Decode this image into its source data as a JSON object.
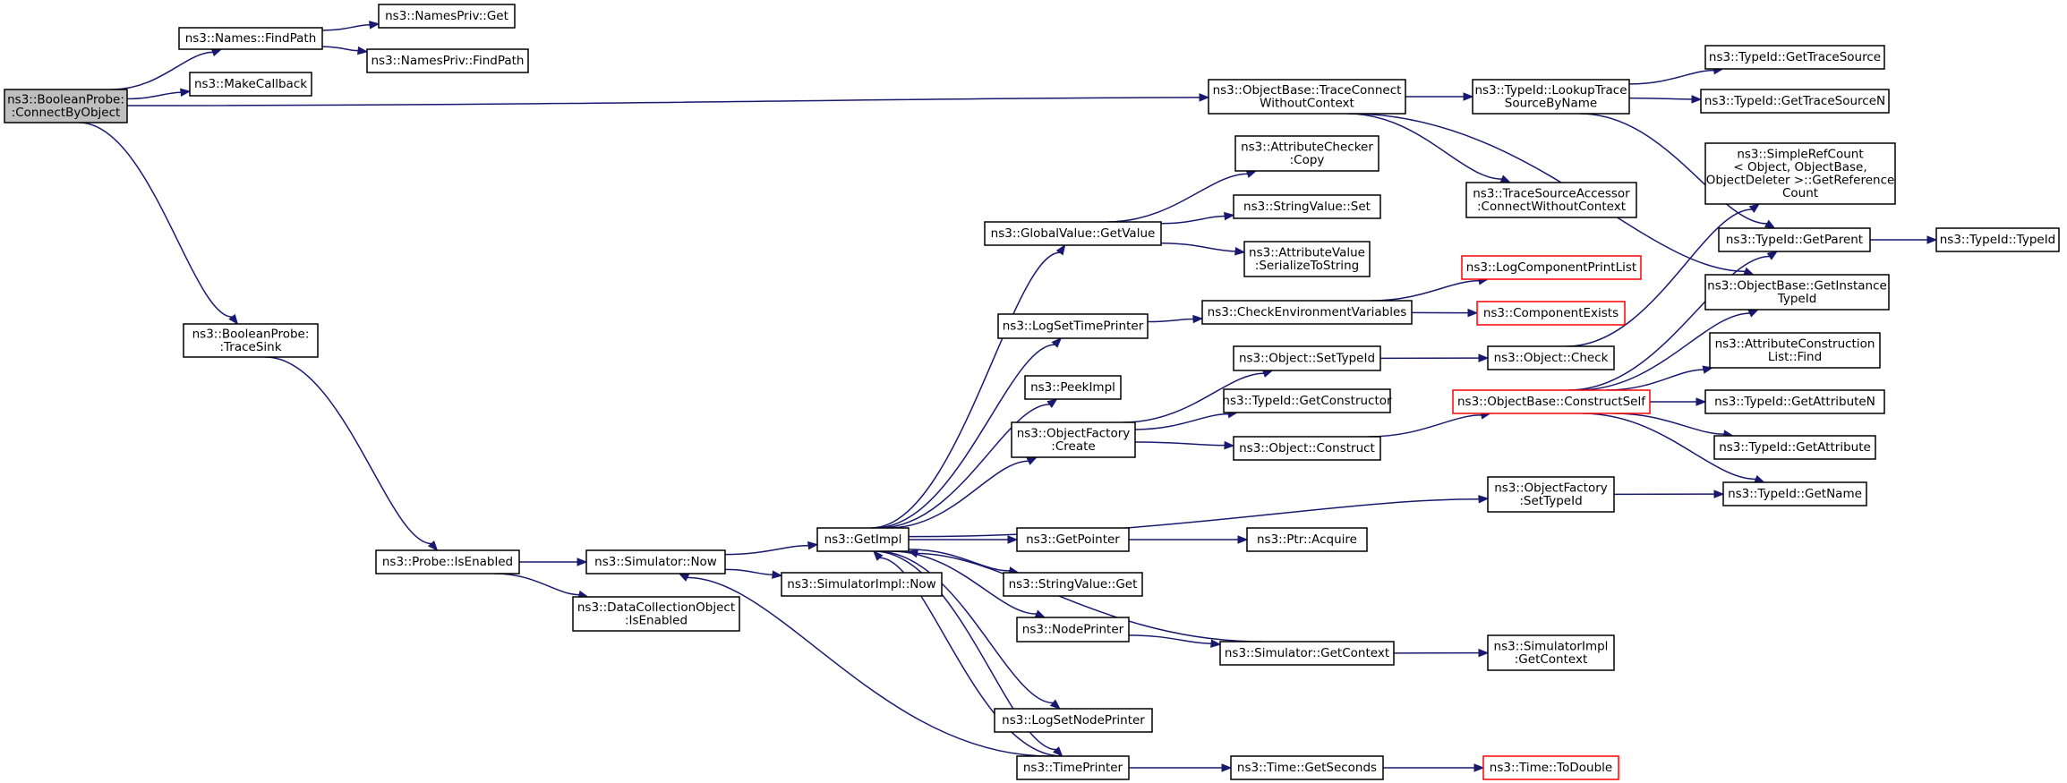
{
  "graph": {
    "title": "ns3::BooleanProbe::ConnectByObject call graph",
    "nodes": [
      {
        "id": "connectbyobject",
        "lines": [
          "ns3::BooleanProbe:",
          ":ConnectByObject"
        ],
        "root": true
      },
      {
        "id": "findpath",
        "lines": [
          "ns3::Names::FindPath"
        ]
      },
      {
        "id": "namesprivget",
        "lines": [
          "ns3::NamesPriv::Get"
        ]
      },
      {
        "id": "namesprivfindpath",
        "lines": [
          "ns3::NamesPriv::FindPath"
        ]
      },
      {
        "id": "makecallback",
        "lines": [
          "ns3::MakeCallback"
        ]
      },
      {
        "id": "tracesink",
        "lines": [
          "ns3::BooleanProbe:",
          ":TraceSink"
        ]
      },
      {
        "id": "probeisenabled",
        "lines": [
          "ns3::Probe::IsEnabled"
        ]
      },
      {
        "id": "simnow",
        "lines": [
          "ns3::Simulator::Now"
        ]
      },
      {
        "id": "dcoisenabled",
        "lines": [
          "ns3::DataCollectionObject",
          ":IsEnabled"
        ]
      },
      {
        "id": "getimpl",
        "lines": [
          "ns3::GetImpl"
        ]
      },
      {
        "id": "simimplnow",
        "lines": [
          "ns3::SimulatorImpl::Now"
        ]
      },
      {
        "id": "globalvaluegetvalue",
        "lines": [
          "ns3::GlobalValue::GetValue"
        ]
      },
      {
        "id": "logsettimeprinter",
        "lines": [
          "ns3::LogSetTimePrinter"
        ]
      },
      {
        "id": "peekimpl",
        "lines": [
          "ns3::PeekImpl"
        ]
      },
      {
        "id": "objectfactorycreate",
        "lines": [
          "ns3::ObjectFactory",
          ":Create"
        ]
      },
      {
        "id": "getpointer",
        "lines": [
          "ns3::GetPointer"
        ]
      },
      {
        "id": "stringvalueget",
        "lines": [
          "ns3::StringValue::Get"
        ]
      },
      {
        "id": "nodeprinter",
        "lines": [
          "ns3::NodePrinter"
        ]
      },
      {
        "id": "logsetnodeprinter",
        "lines": [
          "ns3::LogSetNodePrinter"
        ]
      },
      {
        "id": "timeprinter",
        "lines": [
          "ns3::TimePrinter"
        ]
      },
      {
        "id": "attrcheckercopy",
        "lines": [
          "ns3::AttributeChecker",
          ":Copy"
        ]
      },
      {
        "id": "stringvalueset",
        "lines": [
          "ns3::StringValue::Set"
        ]
      },
      {
        "id": "attrvalueserialize",
        "lines": [
          "ns3::AttributeValue",
          ":SerializeToString"
        ]
      },
      {
        "id": "checkenvvars",
        "lines": [
          "ns3::CheckEnvironmentVariables"
        ]
      },
      {
        "id": "objectsettypeid",
        "lines": [
          "ns3::Object::SetTypeId"
        ]
      },
      {
        "id": "typeidgetconstructor",
        "lines": [
          "ns3::TypeId::GetConstructor"
        ]
      },
      {
        "id": "objectconstruct",
        "lines": [
          "ns3::Object::Construct"
        ]
      },
      {
        "id": "ptracquire",
        "lines": [
          "ns3::Ptr::Acquire"
        ]
      },
      {
        "id": "simgetcontext",
        "lines": [
          "ns3::Simulator::GetContext"
        ]
      },
      {
        "id": "timegetseconds",
        "lines": [
          "ns3::Time::GetSeconds"
        ]
      },
      {
        "id": "traceconnect",
        "lines": [
          "ns3::ObjectBase::TraceConnect",
          "WithoutContext"
        ]
      },
      {
        "id": "tsaconnect",
        "lines": [
          "ns3::TraceSourceAccessor",
          ":ConnectWithoutContext"
        ]
      },
      {
        "id": "logcomponentprintlist",
        "lines": [
          "ns3::LogComponentPrintList"
        ],
        "red": true
      },
      {
        "id": "componentexists",
        "lines": [
          "ns3::ComponentExists"
        ],
        "red": true
      },
      {
        "id": "objectcheck",
        "lines": [
          "ns3::Object::Check"
        ]
      },
      {
        "id": "constructself",
        "lines": [
          "ns3::ObjectBase::ConstructSelf"
        ],
        "red": true
      },
      {
        "id": "objectfactorysettypeid",
        "lines": [
          "ns3::ObjectFactory",
          ":SetTypeId"
        ]
      },
      {
        "id": "simimplgetcontext",
        "lines": [
          "ns3::SimulatorImpl",
          ":GetContext"
        ]
      },
      {
        "id": "timetodouble",
        "lines": [
          "ns3::Time::ToDouble"
        ],
        "red": true
      },
      {
        "id": "lookuptrace",
        "lines": [
          "ns3::TypeId::LookupTrace",
          "SourceByName"
        ]
      },
      {
        "id": "gettracesource",
        "lines": [
          "ns3::TypeId::GetTraceSource"
        ]
      },
      {
        "id": "gettracesourcen",
        "lines": [
          "ns3::TypeId::GetTraceSourceN"
        ]
      },
      {
        "id": "simplerefcount",
        "lines": [
          "ns3::SimpleRefCount",
          "< Object, ObjectBase,",
          "ObjectDeleter >::GetReference",
          "Count"
        ]
      },
      {
        "id": "typeidgetparent",
        "lines": [
          "ns3::TypeId::GetParent"
        ]
      },
      {
        "id": "getinstancetypeid",
        "lines": [
          "ns3::ObjectBase::GetInstance",
          "TypeId"
        ]
      },
      {
        "id": "attrconstrlistfind",
        "lines": [
          "ns3::AttributeConstruction",
          "List::Find"
        ]
      },
      {
        "id": "getattributen",
        "lines": [
          "ns3::TypeId::GetAttributeN"
        ]
      },
      {
        "id": "getattribute",
        "lines": [
          "ns3::TypeId::GetAttribute"
        ]
      },
      {
        "id": "typeidgetname",
        "lines": [
          "ns3::TypeId::GetName"
        ]
      },
      {
        "id": "typeidtypeid",
        "lines": [
          "ns3::TypeId::TypeId"
        ]
      }
    ],
    "edges": [
      [
        "connectbyobject",
        "findpath"
      ],
      [
        "connectbyobject",
        "makecallback"
      ],
      [
        "connectbyobject",
        "traceconnect"
      ],
      [
        "connectbyobject",
        "tracesink"
      ],
      [
        "findpath",
        "namesprivget"
      ],
      [
        "findpath",
        "namesprivfindpath"
      ],
      [
        "tracesink",
        "probeisenabled"
      ],
      [
        "probeisenabled",
        "simnow"
      ],
      [
        "probeisenabled",
        "dcoisenabled"
      ],
      [
        "simnow",
        "getimpl"
      ],
      [
        "simnow",
        "simimplnow"
      ],
      [
        "getimpl",
        "globalvaluegetvalue"
      ],
      [
        "getimpl",
        "logsettimeprinter"
      ],
      [
        "getimpl",
        "peekimpl"
      ],
      [
        "getimpl",
        "objectfactorycreate"
      ],
      [
        "getimpl",
        "objectfactorysettypeid"
      ],
      [
        "getimpl",
        "getpointer"
      ],
      [
        "getimpl",
        "stringvalueget"
      ],
      [
        "getimpl",
        "nodeprinter"
      ],
      [
        "getimpl",
        "logsetnodeprinter"
      ],
      [
        "getimpl",
        "timeprinter"
      ],
      [
        "globalvaluegetvalue",
        "attrcheckercopy"
      ],
      [
        "globalvaluegetvalue",
        "stringvalueset"
      ],
      [
        "globalvaluegetvalue",
        "attrvalueserialize"
      ],
      [
        "logsettimeprinter",
        "checkenvvars"
      ],
      [
        "checkenvvars",
        "logcomponentprintlist"
      ],
      [
        "checkenvvars",
        "componentexists"
      ],
      [
        "objectfactorycreate",
        "objectsettypeid"
      ],
      [
        "objectfactorycreate",
        "typeidgetconstructor"
      ],
      [
        "objectfactorycreate",
        "objectconstruct"
      ],
      [
        "objectsettypeid",
        "objectcheck"
      ],
      [
        "objectconstruct",
        "constructself"
      ],
      [
        "objectcheck",
        "simplerefcount"
      ],
      [
        "constructself",
        "getinstancetypeid"
      ],
      [
        "constructself",
        "typeidgetparent"
      ],
      [
        "constructself",
        "attrconstrlistfind"
      ],
      [
        "constructself",
        "getattributen"
      ],
      [
        "constructself",
        "getattribute"
      ],
      [
        "constructself",
        "typeidgetname"
      ],
      [
        "objectfactorysettypeid",
        "typeidgetname"
      ],
      [
        "getpointer",
        "ptracquire"
      ],
      [
        "nodeprinter",
        "simgetcontext"
      ],
      [
        "simgetcontext",
        "getimpl"
      ],
      [
        "simgetcontext",
        "simimplgetcontext"
      ],
      [
        "timeprinter",
        "simnow"
      ],
      [
        "timeprinter",
        "getimpl"
      ],
      [
        "timeprinter",
        "timegetseconds"
      ],
      [
        "timegetseconds",
        "timetodouble"
      ],
      [
        "traceconnect",
        "lookuptrace"
      ],
      [
        "traceconnect",
        "tsaconnect"
      ],
      [
        "traceconnect",
        "getinstancetypeid"
      ],
      [
        "lookuptrace",
        "gettracesource"
      ],
      [
        "lookuptrace",
        "gettracesourcen"
      ],
      [
        "lookuptrace",
        "typeidgetparent"
      ],
      [
        "typeidgetparent",
        "typeidtypeid"
      ]
    ]
  }
}
